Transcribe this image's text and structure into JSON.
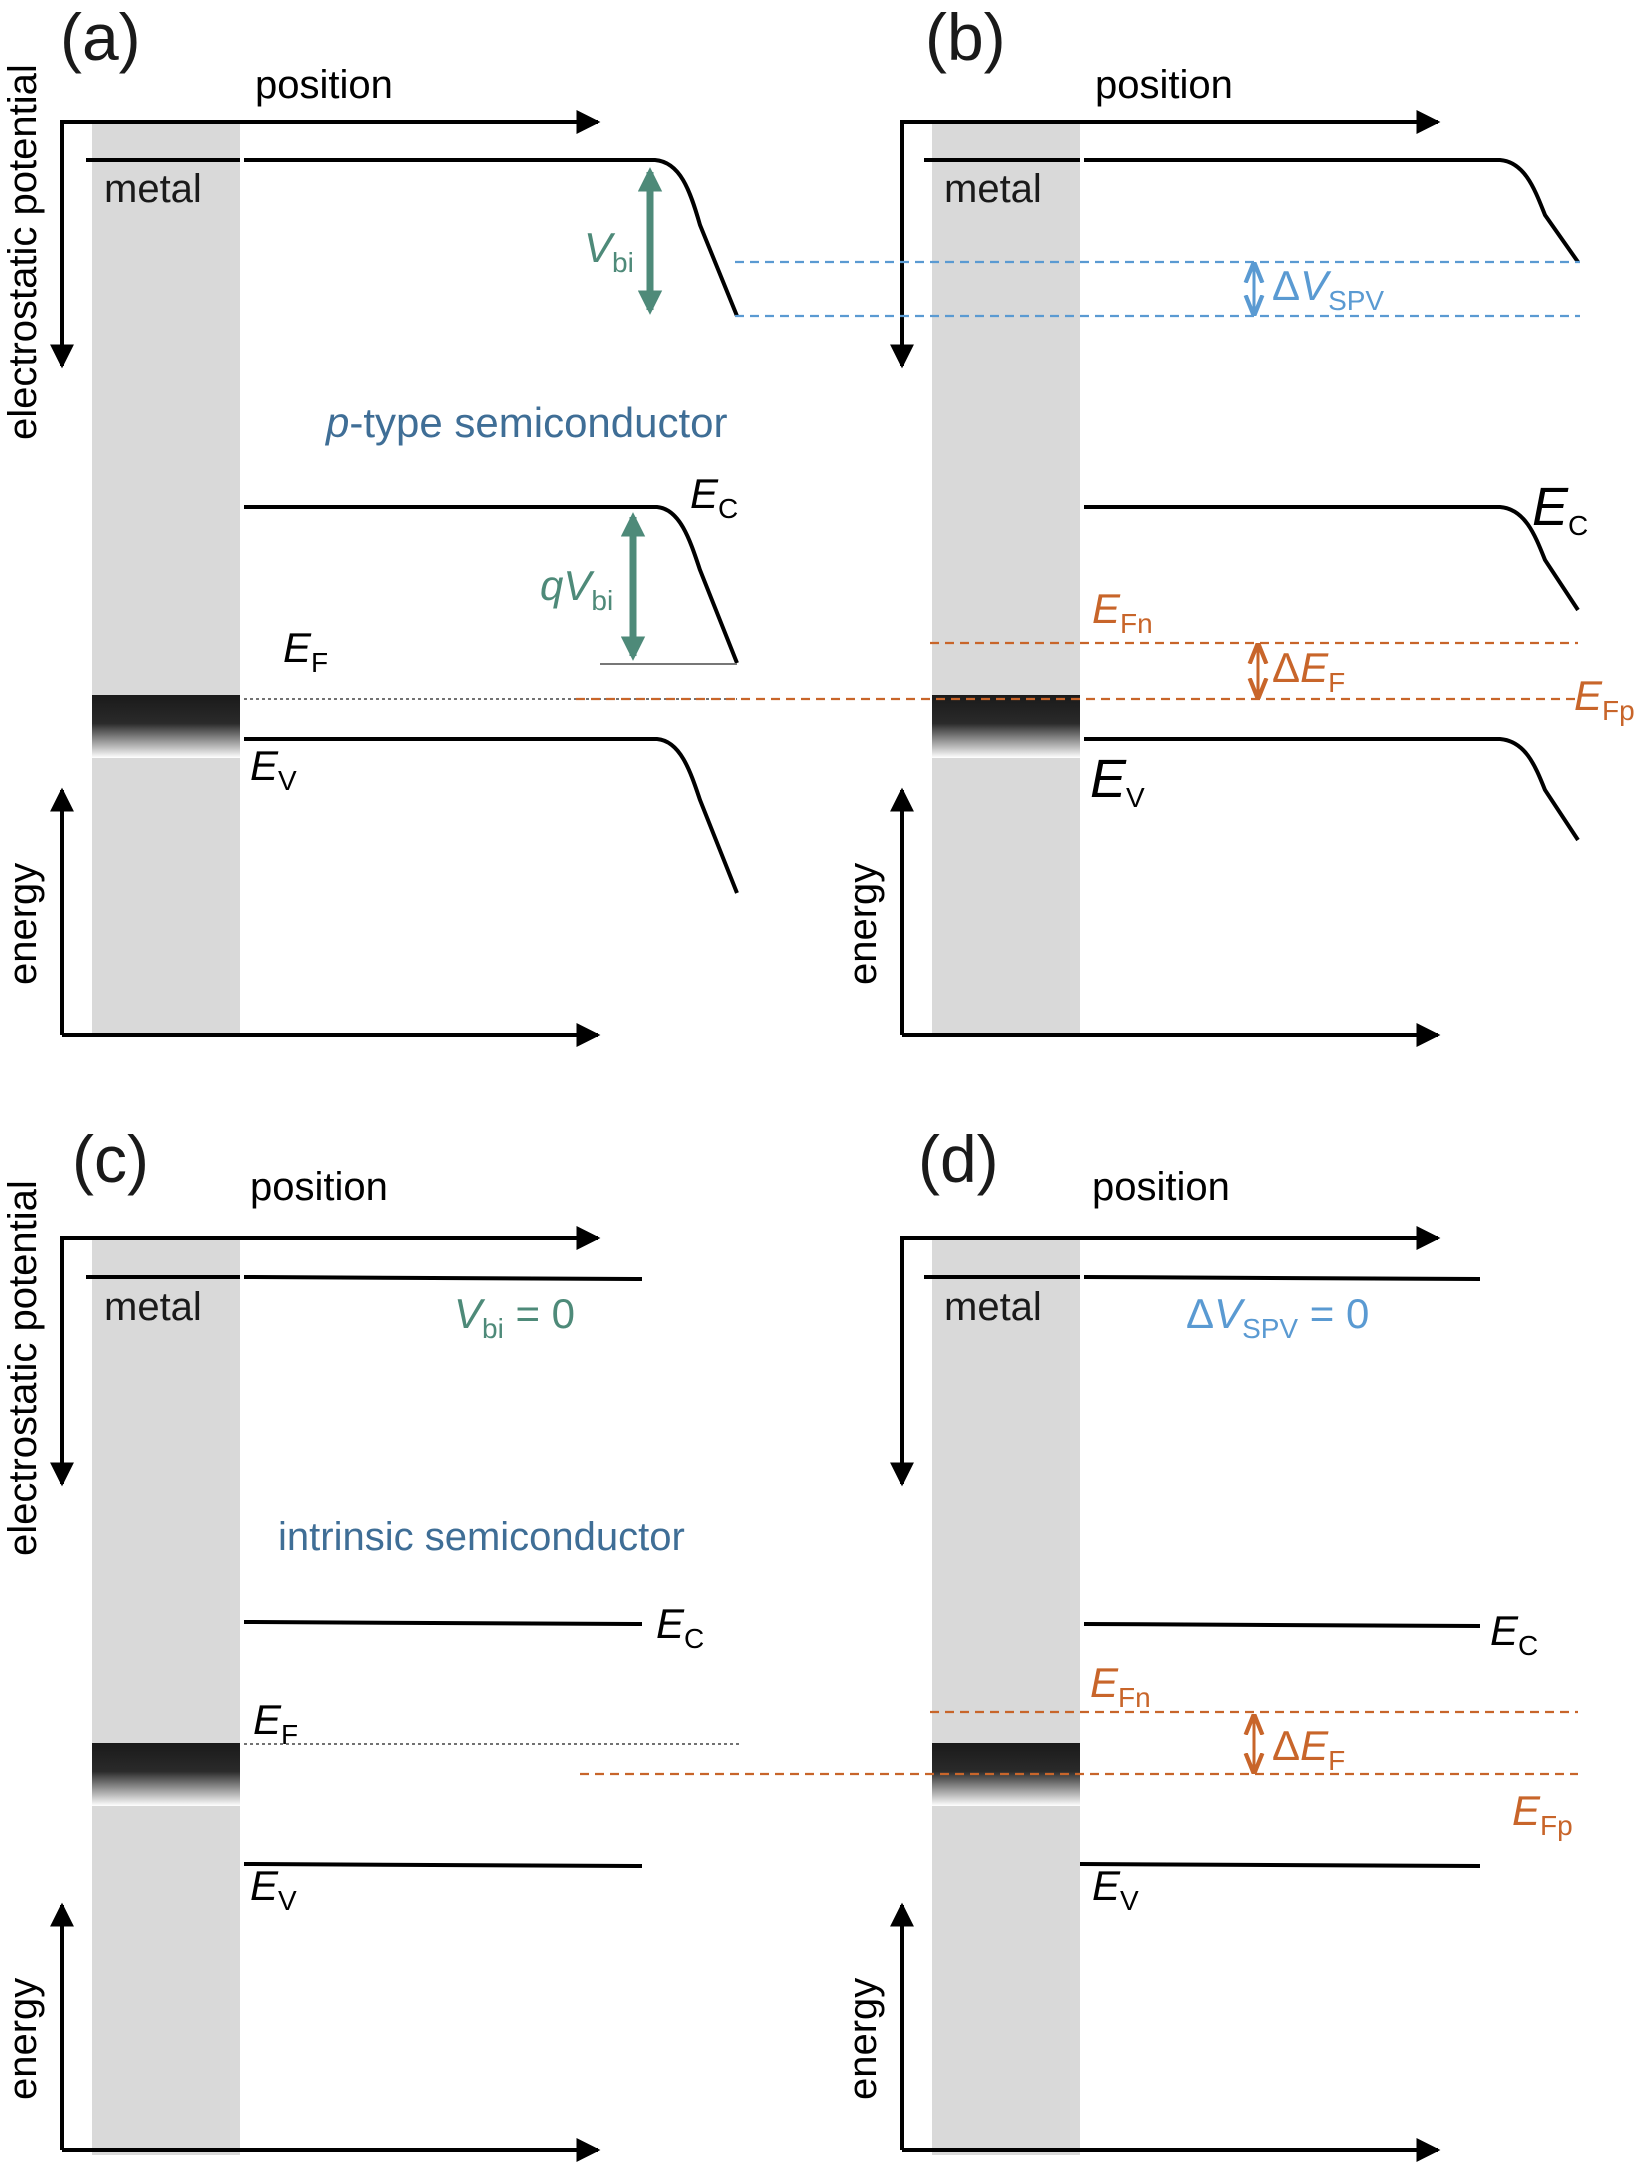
{
  "colors": {
    "metal_fill": "#d9d9d9",
    "band_line": "#000000",
    "built_in_arrow": "#4e8a79",
    "spv_blue": "#5a9ad2",
    "semiconductor_label": "#3f6e96",
    "quasi_fermi_orange": "#c8652a"
  },
  "axes": {
    "x_label": "position",
    "y_top_label": "electrostatic potential",
    "y_bottom_label": "energy"
  },
  "panels": {
    "a": {
      "label": "(a)",
      "metal": "metal",
      "semiconductor": "p-type semiconductor",
      "semiconductor_p": "p",
      "semiconductor_rest": "-type semiconductor",
      "vbi_main": "V",
      "vbi_sub": "bi",
      "qvbi_main": "qV",
      "qvbi_sub": "bi",
      "ec_main": "E",
      "ec_sub": "C",
      "ef_main": "E",
      "ef_sub": "F",
      "ev_main": "E",
      "ev_sub": "V"
    },
    "b": {
      "label": "(b)",
      "metal": "metal",
      "dvspv_delta": "Δ",
      "dvspv_main": "V",
      "dvspv_sub": "SPV",
      "ec_main": "E",
      "ec_sub": "C",
      "efn_main": "E",
      "efn_sub": "Fn",
      "def_delta": "Δ",
      "def_main": "E",
      "def_sub": "F",
      "efp_main": "E",
      "efp_sub": "Fp",
      "ev_main": "E",
      "ev_sub": "V"
    },
    "c": {
      "label": "(c)",
      "metal": "metal",
      "semiconductor": "intrinsic semiconductor",
      "vbi_main": "V",
      "vbi_sub": "bi",
      "vbi_value": " = 0",
      "ec_main": "E",
      "ec_sub": "C",
      "ef_main": "E",
      "ef_sub": "F",
      "ev_main": "E",
      "ev_sub": "V"
    },
    "d": {
      "label": "(d)",
      "metal": "metal",
      "dvspv_delta": "Δ",
      "dvspv_main": "V",
      "dvspv_sub": "SPV",
      "dvspv_value": " = 0",
      "ec_main": "E",
      "ec_sub": "C",
      "efn_main": "E",
      "efn_sub": "Fn",
      "def_delta": "Δ",
      "def_main": "E",
      "def_sub": "F",
      "efp_main": "E",
      "efp_sub": "Fp",
      "ev_main": "E",
      "ev_sub": "V"
    }
  }
}
